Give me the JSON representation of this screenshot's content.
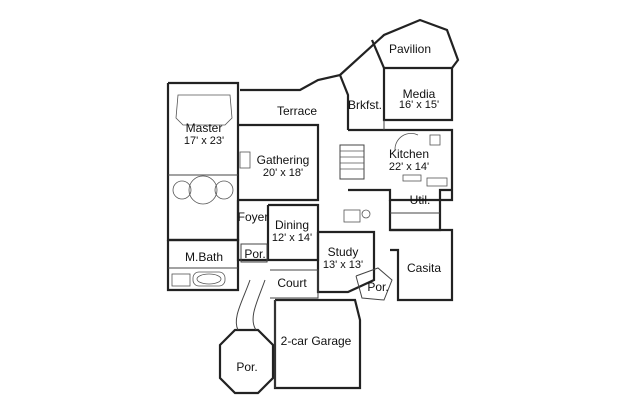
{
  "plan": {
    "rooms": [
      {
        "key": "pavilion",
        "name": "Pavilion",
        "dims": ""
      },
      {
        "key": "media",
        "name": "Media",
        "dims": "16' x 15'"
      },
      {
        "key": "brkfst",
        "name": "Brkfst.",
        "dims": ""
      },
      {
        "key": "terrace",
        "name": "Terrace",
        "dims": ""
      },
      {
        "key": "master",
        "name": "Master",
        "dims": "17' x 23'"
      },
      {
        "key": "gathering",
        "name": "Gathering",
        "dims": "20' x 18'"
      },
      {
        "key": "kitchen",
        "name": "Kitchen",
        "dims": "22' x 14'"
      },
      {
        "key": "util",
        "name": "Util.",
        "dims": ""
      },
      {
        "key": "foyer",
        "name": "Foyer",
        "dims": ""
      },
      {
        "key": "dining",
        "name": "Dining",
        "dims": "12' x 14'"
      },
      {
        "key": "mbath",
        "name": "M.Bath",
        "dims": ""
      },
      {
        "key": "por-front",
        "name": "Por.",
        "dims": ""
      },
      {
        "key": "study",
        "name": "Study",
        "dims": "13' x 13'"
      },
      {
        "key": "casita",
        "name": "Casita",
        "dims": ""
      },
      {
        "key": "court",
        "name": "Court",
        "dims": ""
      },
      {
        "key": "por-casita",
        "name": "Por.",
        "dims": ""
      },
      {
        "key": "garage",
        "name": "2-car Garage",
        "dims": ""
      },
      {
        "key": "por-garage",
        "name": "Por.",
        "dims": ""
      }
    ]
  }
}
